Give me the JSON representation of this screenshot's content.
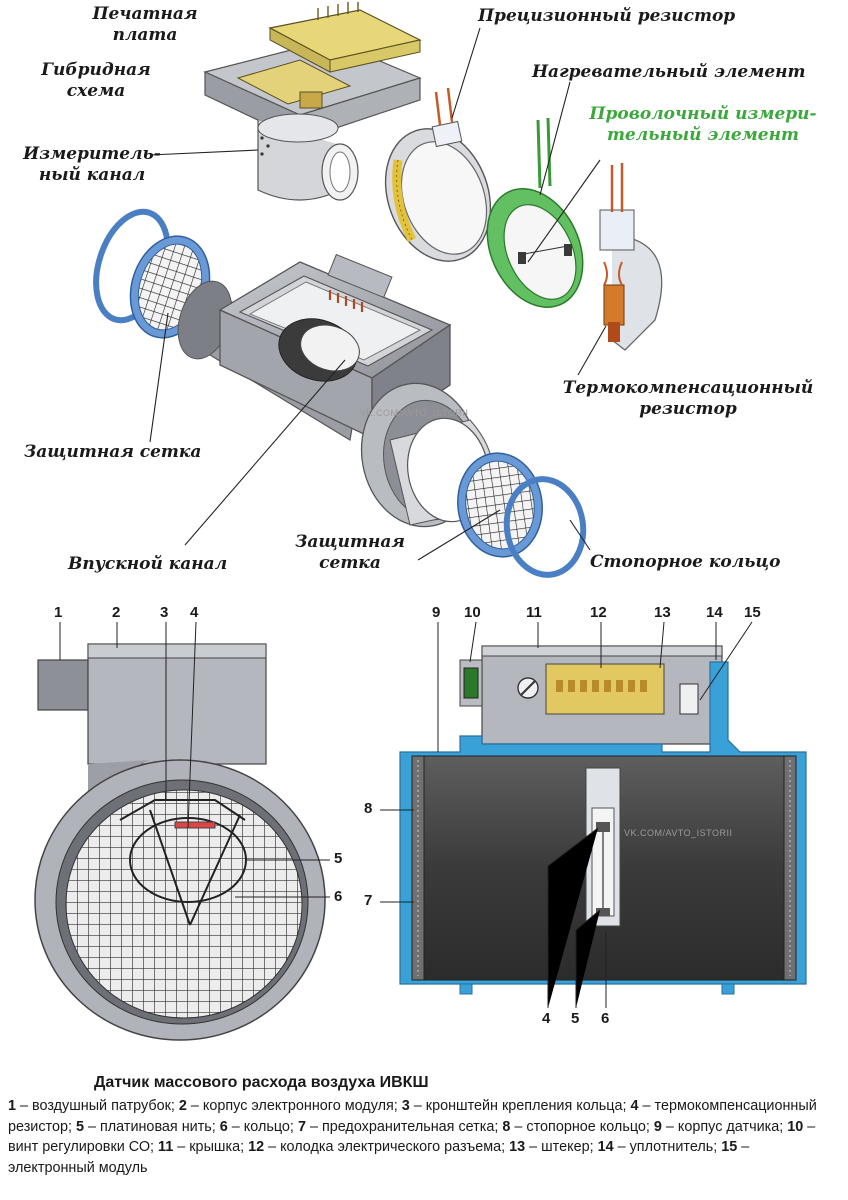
{
  "labels": {
    "pcb": "Печатная плата",
    "hybrid": "Гибридная схема",
    "meas_channel": "Измеритель-ный канал",
    "precision_resistor": "Прецизионный резистор",
    "heating_element": "Нагревательный элемент",
    "wire_element": "Проволочный измери-тельный элемент",
    "thermo_resistor": "Термокомпенсационный резистор",
    "mesh_left": "Защитная сетка",
    "intake": "Впускной канал",
    "mesh_right": "Защитная сетка",
    "lock_ring": "Стопорное кольцо"
  },
  "label_lines": {
    "pcb": [
      "Печатная",
      "плата"
    ],
    "hybrid": [
      "Гибридная",
      "схема"
    ],
    "meas_channel": [
      "Измеритель-",
      "ный канал"
    ],
    "wire_element": [
      "Проволочный измери-",
      "тельный элемент"
    ],
    "thermo_resistor": [
      "Термокомпенсационный",
      "резистор"
    ],
    "mesh_right": [
      "Защитная",
      "сетка"
    ]
  },
  "watermarks": [
    "VK.COM/AVTO_ISTORII",
    "VK.COM/AVTO_ISTORII"
  ],
  "numbers_left": [
    "1",
    "2",
    "3",
    "4",
    "5",
    "6"
  ],
  "numbers_right": [
    "9",
    "10",
    "11",
    "12",
    "13",
    "14",
    "15",
    "8",
    "7",
    "4",
    "5",
    "6"
  ],
  "caption": {
    "title": "Датчик массового расхода воздуха ИВКШ",
    "items": [
      {
        "n": "1",
        "t": "воздушный патрубок;"
      },
      {
        "n": "2",
        "t": "корпус электронного модуля;"
      },
      {
        "n": "3",
        "t": "кронштейн крепления кольца;"
      },
      {
        "n": "4",
        "t": "термокомпенсационный резистор;"
      },
      {
        "n": "5",
        "t": "платиновая нить;"
      },
      {
        "n": "6",
        "t": "кольцо;"
      },
      {
        "n": "7",
        "t": "предохранительная сетка;"
      },
      {
        "n": "8",
        "t": "стопорное кольцо;"
      },
      {
        "n": "9",
        "t": "корпус датчика;"
      },
      {
        "n": "10",
        "t": "винт регулировки СО;"
      },
      {
        "n": "11",
        "t": "крышка;"
      },
      {
        "n": "12",
        "t": "колодка электрического разъема;"
      },
      {
        "n": "13",
        "t": "штекер;"
      },
      {
        "n": "14",
        "t": "уплотнитель;"
      },
      {
        "n": "15",
        "t": "электронный модуль"
      }
    ]
  },
  "colors": {
    "ring_blue": "#5a8fd0",
    "ring_green": "#46b046",
    "housing": "#b4b7bd",
    "housing_dark": "#8d9097",
    "board_yellow": "#e8d778",
    "body_blue": "#3aa0d8",
    "tube_dark": "#4a4a4a",
    "label_green": "#3aa83a"
  }
}
